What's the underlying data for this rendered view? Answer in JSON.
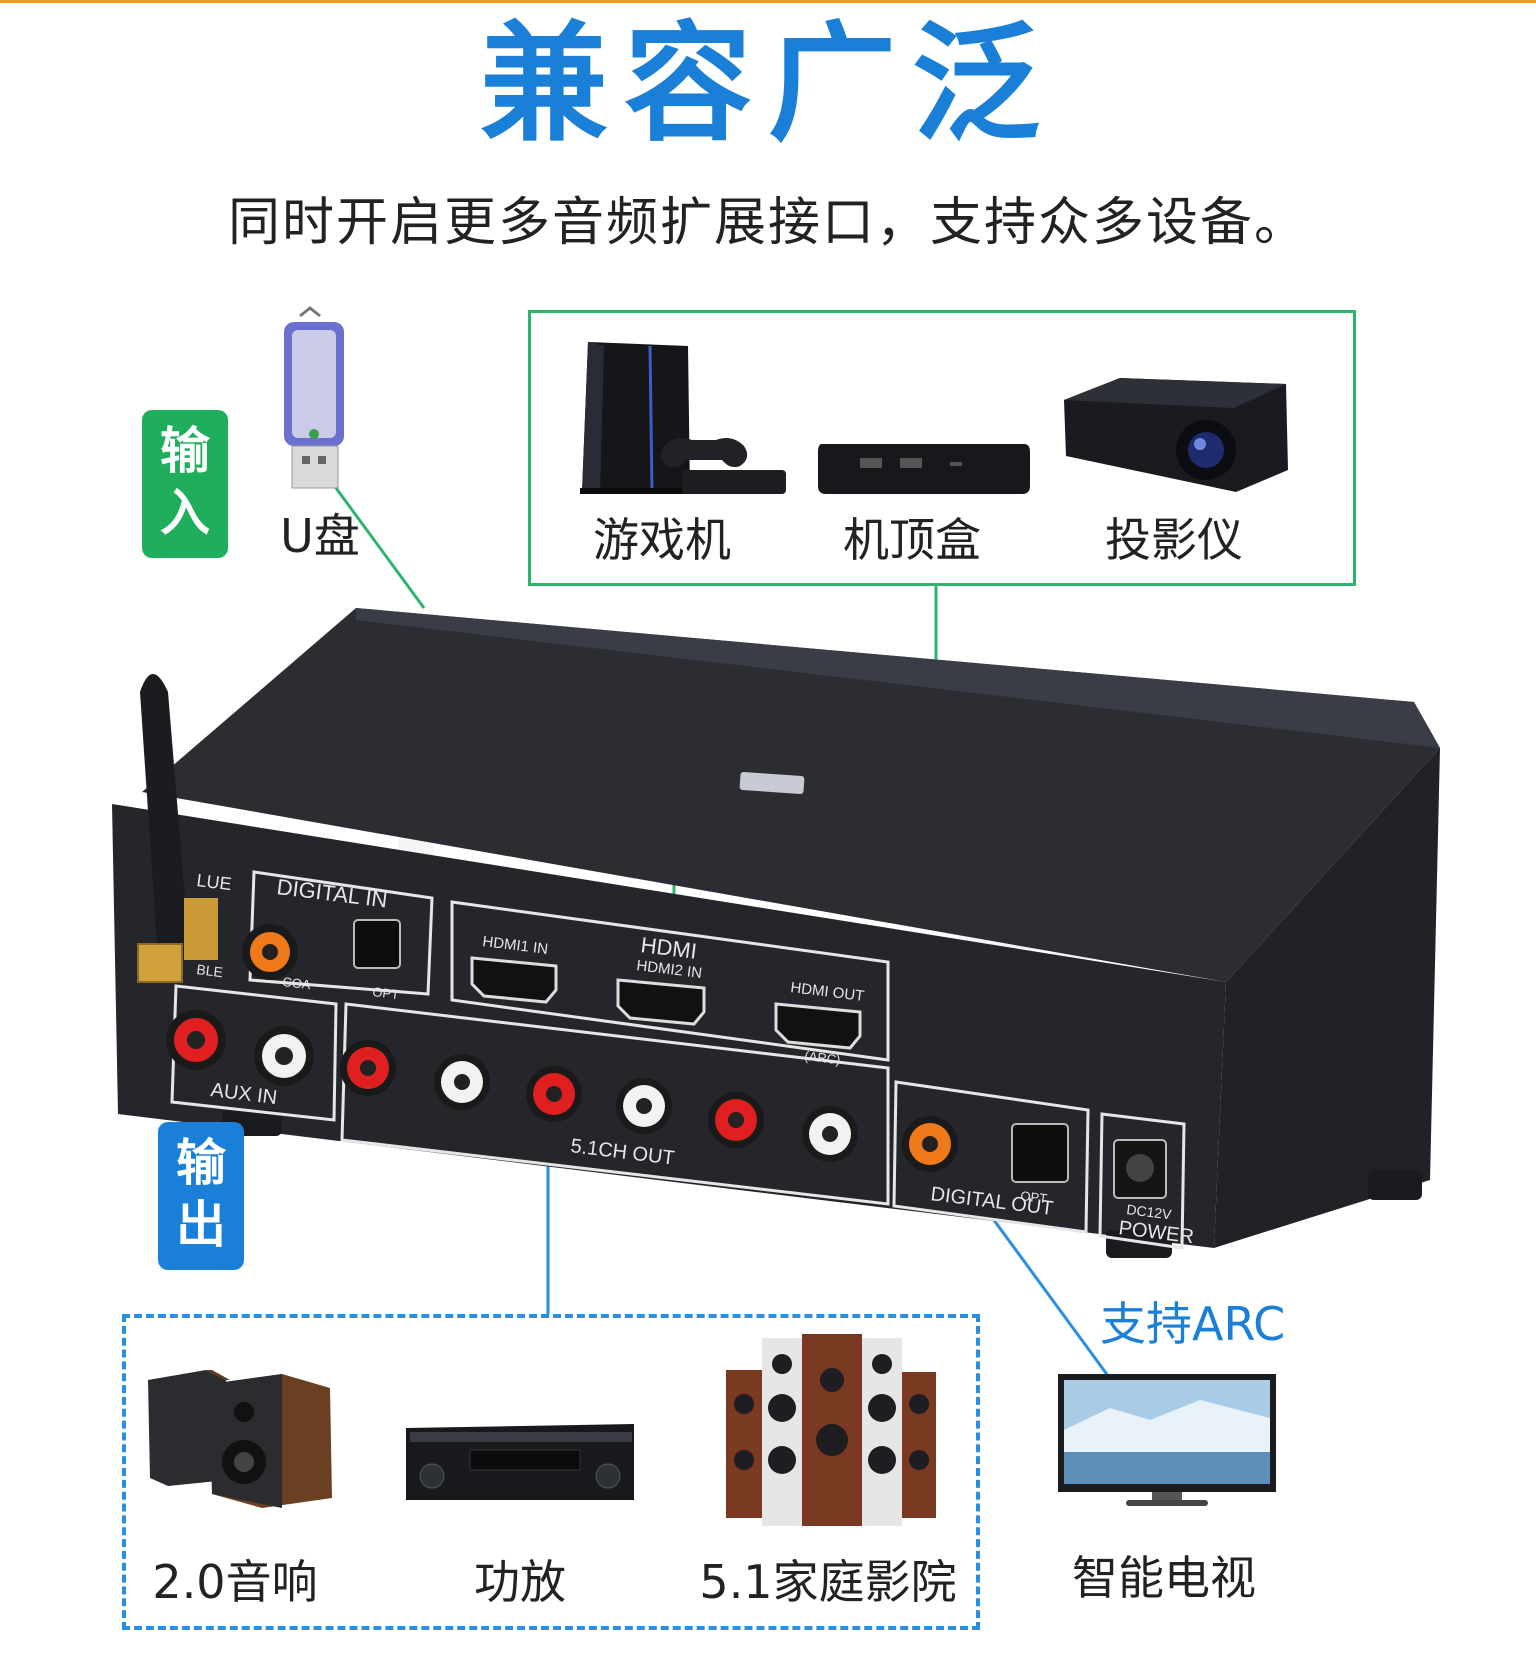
{
  "title": "兼容广泛",
  "subtitle": "同时开启更多音频扩展接口，支持众多设备。",
  "input_badge": "输\n入",
  "output_badge": "输\n出",
  "input_devices": {
    "usb_label": "U盘",
    "game_console_label": "游戏机",
    "set_top_box_label": "机顶盒",
    "projector_label": "投影仪"
  },
  "output_devices": {
    "speakers_20_label": "2.0音响",
    "amplifier_label": "功放",
    "home_theater_label": "5.1家庭影院",
    "smart_tv_label": "智能电视",
    "arc_label": "支持ARC"
  },
  "panel_labels": {
    "blue": "LUE",
    "able": "BLE",
    "digital_in": "DIGITAL   IN",
    "coa": "COA",
    "opt": "OPT",
    "hdmi": "HDMI",
    "hdmi1_in": "HDMI1 IN",
    "hdmi2_in": "HDMI2 IN",
    "hdmi_out": "HDMI OUT",
    "arc": "(ARC)",
    "aux_in": "AUX IN",
    "ch51_out": "5.1CH OUT",
    "digital_out": "DIGITAL    OUT",
    "opt_out": "OPT",
    "dc12v": "DC12V",
    "power": "POWER"
  },
  "colors": {
    "accent_blue": "#1a7fd6",
    "accent_green": "#1fae5b",
    "brand_orange": "#f39a1e",
    "device_body": "#2b2d33"
  }
}
